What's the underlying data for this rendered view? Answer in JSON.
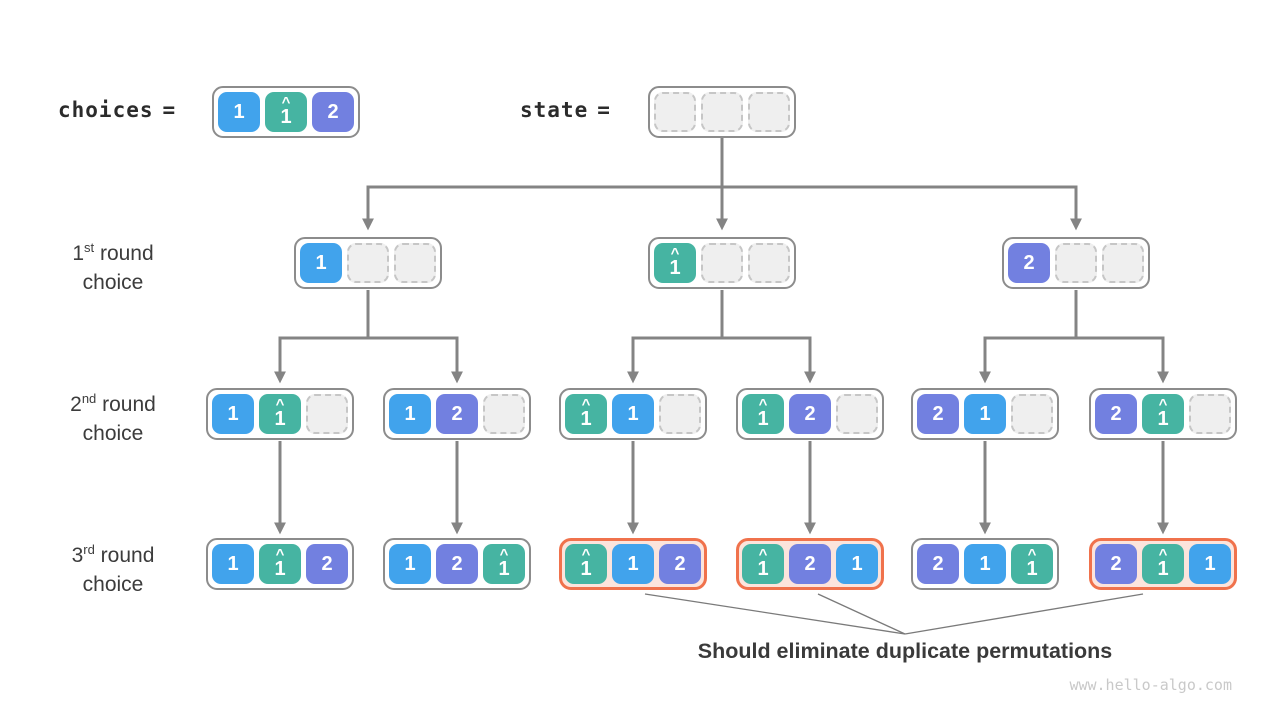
{
  "colors": {
    "blue": "#41a3ec",
    "teal": "#46b4a2",
    "purple": "#7280e0",
    "empty_fill": "#efefef",
    "empty_border": "#c6c6c6",
    "node_border": "#8c8c8c",
    "dup_border": "#f0724c",
    "dup_fill": "#fce4dc",
    "line": "#848484",
    "thin_line": "#7a7a7a",
    "watermark": "#c9c9c9"
  },
  "legend": {
    "choices_label": "choices",
    "state_label": "state",
    "equals": "="
  },
  "choices": {
    "cells": [
      {
        "value": "1",
        "color": "blue"
      },
      {
        "value": "1",
        "hat": true,
        "color": "teal"
      },
      {
        "value": "2",
        "color": "purple"
      }
    ]
  },
  "state_root": {
    "cells": [
      {
        "empty": true
      },
      {
        "empty": true
      },
      {
        "empty": true
      }
    ]
  },
  "rows": [
    {
      "num": "1",
      "sup": "st",
      "rest": " round",
      "line2": "choice"
    },
    {
      "num": "2",
      "sup": "nd",
      "rest": " round",
      "line2": "choice"
    },
    {
      "num": "3",
      "sup": "rd",
      "rest": " round",
      "line2": "choice"
    }
  ],
  "tree": {
    "level1": [
      {
        "cells": [
          {
            "value": "1",
            "color": "blue"
          },
          {
            "empty": true
          },
          {
            "empty": true
          }
        ]
      },
      {
        "cells": [
          {
            "value": "1",
            "hat": true,
            "color": "teal"
          },
          {
            "empty": true
          },
          {
            "empty": true
          }
        ]
      },
      {
        "cells": [
          {
            "value": "2",
            "color": "purple"
          },
          {
            "empty": true
          },
          {
            "empty": true
          }
        ]
      }
    ],
    "level2": [
      {
        "cells": [
          {
            "value": "1",
            "color": "blue"
          },
          {
            "value": "1",
            "hat": true,
            "color": "teal"
          },
          {
            "empty": true
          }
        ]
      },
      {
        "cells": [
          {
            "value": "1",
            "color": "blue"
          },
          {
            "value": "2",
            "color": "purple"
          },
          {
            "empty": true
          }
        ]
      },
      {
        "cells": [
          {
            "value": "1",
            "hat": true,
            "color": "teal"
          },
          {
            "value": "1",
            "color": "blue"
          },
          {
            "empty": true
          }
        ]
      },
      {
        "cells": [
          {
            "value": "1",
            "hat": true,
            "color": "teal"
          },
          {
            "value": "2",
            "color": "purple"
          },
          {
            "empty": true
          }
        ]
      },
      {
        "cells": [
          {
            "value": "2",
            "color": "purple"
          },
          {
            "value": "1",
            "color": "blue"
          },
          {
            "empty": true
          }
        ]
      },
      {
        "cells": [
          {
            "value": "2",
            "color": "purple"
          },
          {
            "value": "1",
            "hat": true,
            "color": "teal"
          },
          {
            "empty": true
          }
        ]
      }
    ],
    "level3": [
      {
        "cells": [
          {
            "value": "1",
            "color": "blue"
          },
          {
            "value": "1",
            "hat": true,
            "color": "teal"
          },
          {
            "value": "2",
            "color": "purple"
          }
        ],
        "duplicate": false
      },
      {
        "cells": [
          {
            "value": "1",
            "color": "blue"
          },
          {
            "value": "2",
            "color": "purple"
          },
          {
            "value": "1",
            "hat": true,
            "color": "teal"
          }
        ],
        "duplicate": false
      },
      {
        "cells": [
          {
            "value": "1",
            "hat": true,
            "color": "teal"
          },
          {
            "value": "1",
            "color": "blue"
          },
          {
            "value": "2",
            "color": "purple"
          }
        ],
        "duplicate": true
      },
      {
        "cells": [
          {
            "value": "1",
            "hat": true,
            "color": "teal"
          },
          {
            "value": "2",
            "color": "purple"
          },
          {
            "value": "1",
            "color": "blue"
          }
        ],
        "duplicate": true
      },
      {
        "cells": [
          {
            "value": "2",
            "color": "purple"
          },
          {
            "value": "1",
            "color": "blue"
          },
          {
            "value": "1",
            "hat": true,
            "color": "teal"
          }
        ],
        "duplicate": false
      },
      {
        "cells": [
          {
            "value": "2",
            "color": "purple"
          },
          {
            "value": "1",
            "hat": true,
            "color": "teal"
          },
          {
            "value": "1",
            "color": "blue"
          }
        ],
        "duplicate": true
      }
    ]
  },
  "annotation": {
    "text": "Should eliminate duplicate permutations"
  },
  "watermark": "www.hello-algo.com"
}
